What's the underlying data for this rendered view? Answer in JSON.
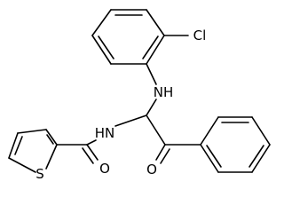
{
  "molecule": {
    "atoms": {
      "chlorine": "Cl",
      "amine_nitrogen": "NH",
      "amide_nitrogen": "HN",
      "amide_oxygen": "O",
      "ketone_oxygen": "O",
      "sulfur": "S"
    }
  }
}
